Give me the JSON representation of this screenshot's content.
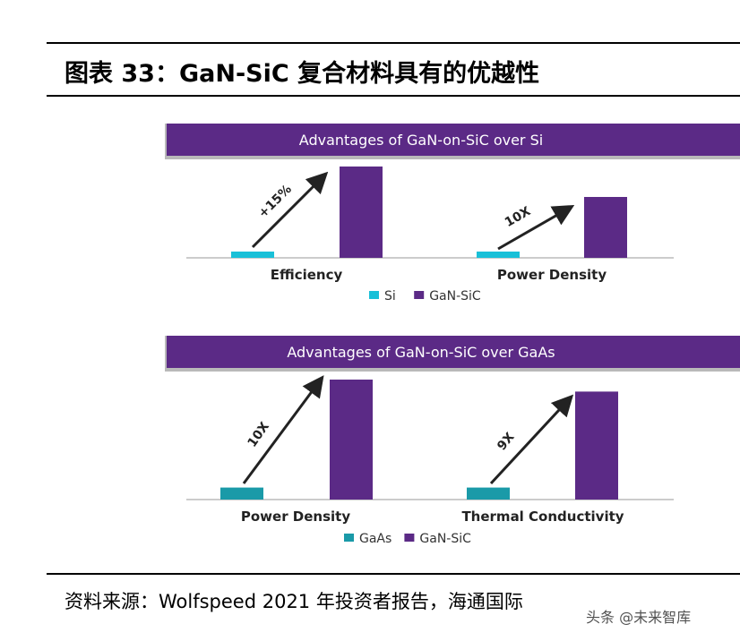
{
  "figure": {
    "title": "图表 33：GaN-SiC 复合材料具有的优越性",
    "source": "资料来源：Wolfspeed 2021 年投资者报告，海通国际",
    "watermark": "头条 @未来智库"
  },
  "colors": {
    "purple": "#5b2a86",
    "si_cyan": "#19c0d8",
    "gaas_teal": "#1a9aa8",
    "banner_shadow": "#b9b9b9"
  },
  "chart_data": [
    {
      "type": "bar",
      "title": "Advantages of GaN-on-SiC over Si",
      "categories": [
        "Efficiency",
        "Power Density"
      ],
      "series": [
        {
          "name": "Si",
          "values": [
            1,
            1
          ],
          "color": "#19c0d8"
        },
        {
          "name": "GaN-SiC",
          "values": [
            15,
            10
          ],
          "color": "#5b2a86"
        }
      ],
      "annotations": [
        "+15%",
        "10X"
      ],
      "legend": "bottom-center",
      "grid": false
    },
    {
      "type": "bar",
      "title": "Advantages of GaN-on-SiC over GaAs",
      "categories": [
        "Power Density",
        "Thermal Conductivity"
      ],
      "series": [
        {
          "name": "GaAs",
          "values": [
            1,
            1
          ],
          "color": "#1a9aa8"
        },
        {
          "name": "GaN-SiC",
          "values": [
            10,
            9
          ],
          "color": "#5b2a86"
        }
      ],
      "annotations": [
        "10X",
        "9X"
      ],
      "legend": "bottom-center",
      "grid": false
    }
  ]
}
